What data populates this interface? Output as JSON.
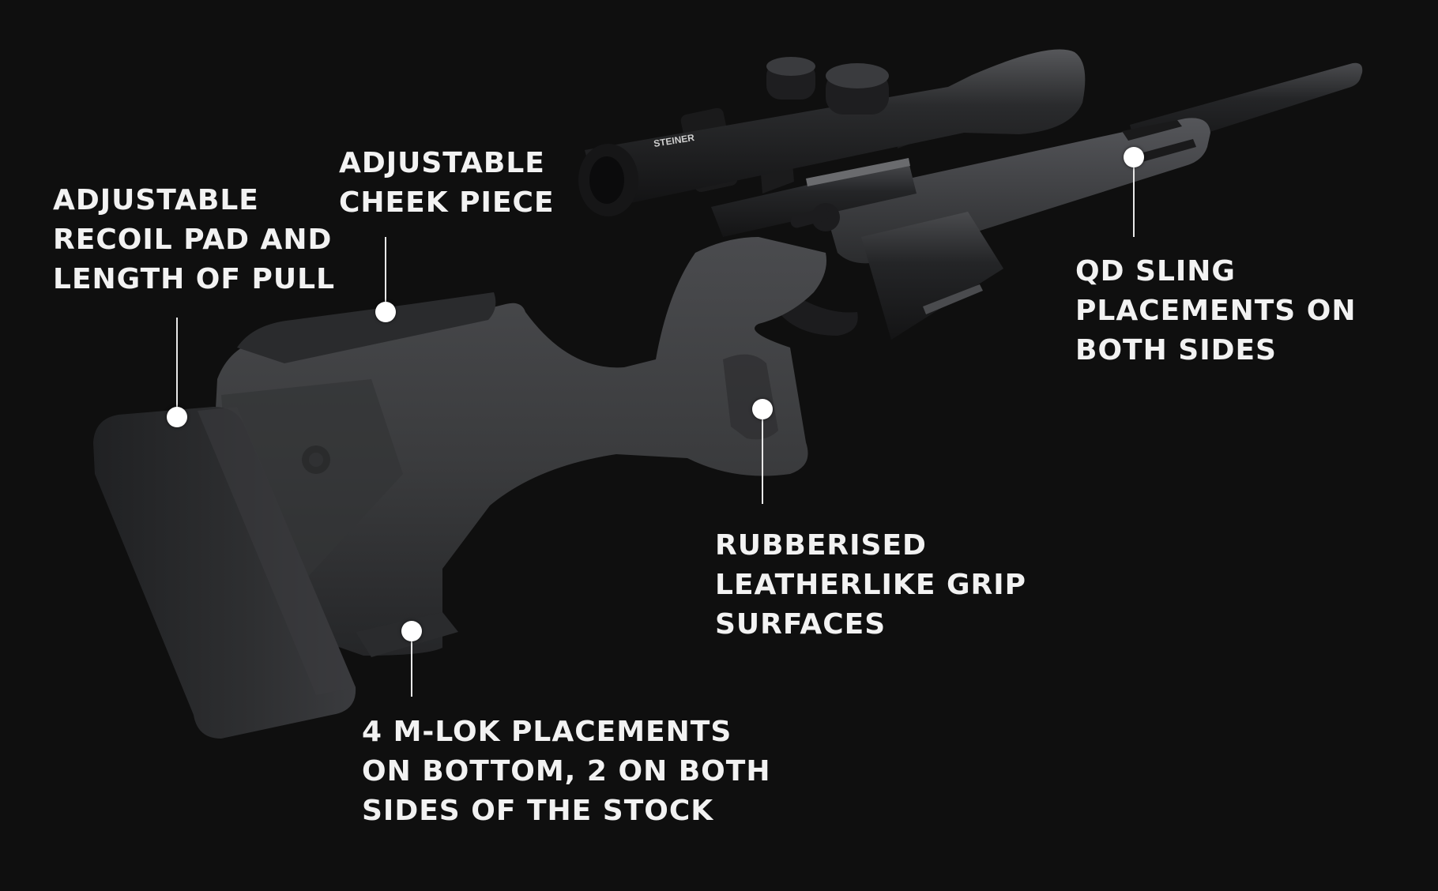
{
  "callouts": {
    "recoil_pad": {
      "lines": [
        "ADJUSTABLE",
        "RECOIL PAD AND",
        "LENGTH OF PULL"
      ]
    },
    "cheek_piece": {
      "lines": [
        "ADJUSTABLE",
        "CHEEK PIECE"
      ]
    },
    "qd_sling": {
      "lines": [
        "QD SLING",
        "PLACEMENTS ON",
        "BOTH SIDES"
      ]
    },
    "grip_surfaces": {
      "lines": [
        "RUBBERISED",
        "LEATHERLIKE GRIP",
        "SURFACES"
      ]
    },
    "mlok": {
      "lines": [
        "4 M-LOK PLACEMENTS",
        "ON BOTTOM, 2 ON BOTH",
        "SIDES OF THE STOCK"
      ]
    }
  },
  "scope_marking": "STEINER",
  "colors": {
    "background": "#0f0f0f",
    "label_text": "#f2f2f2",
    "marker": "#ffffff",
    "stock": "#3d3e40",
    "metal": "#1c1c1e"
  }
}
